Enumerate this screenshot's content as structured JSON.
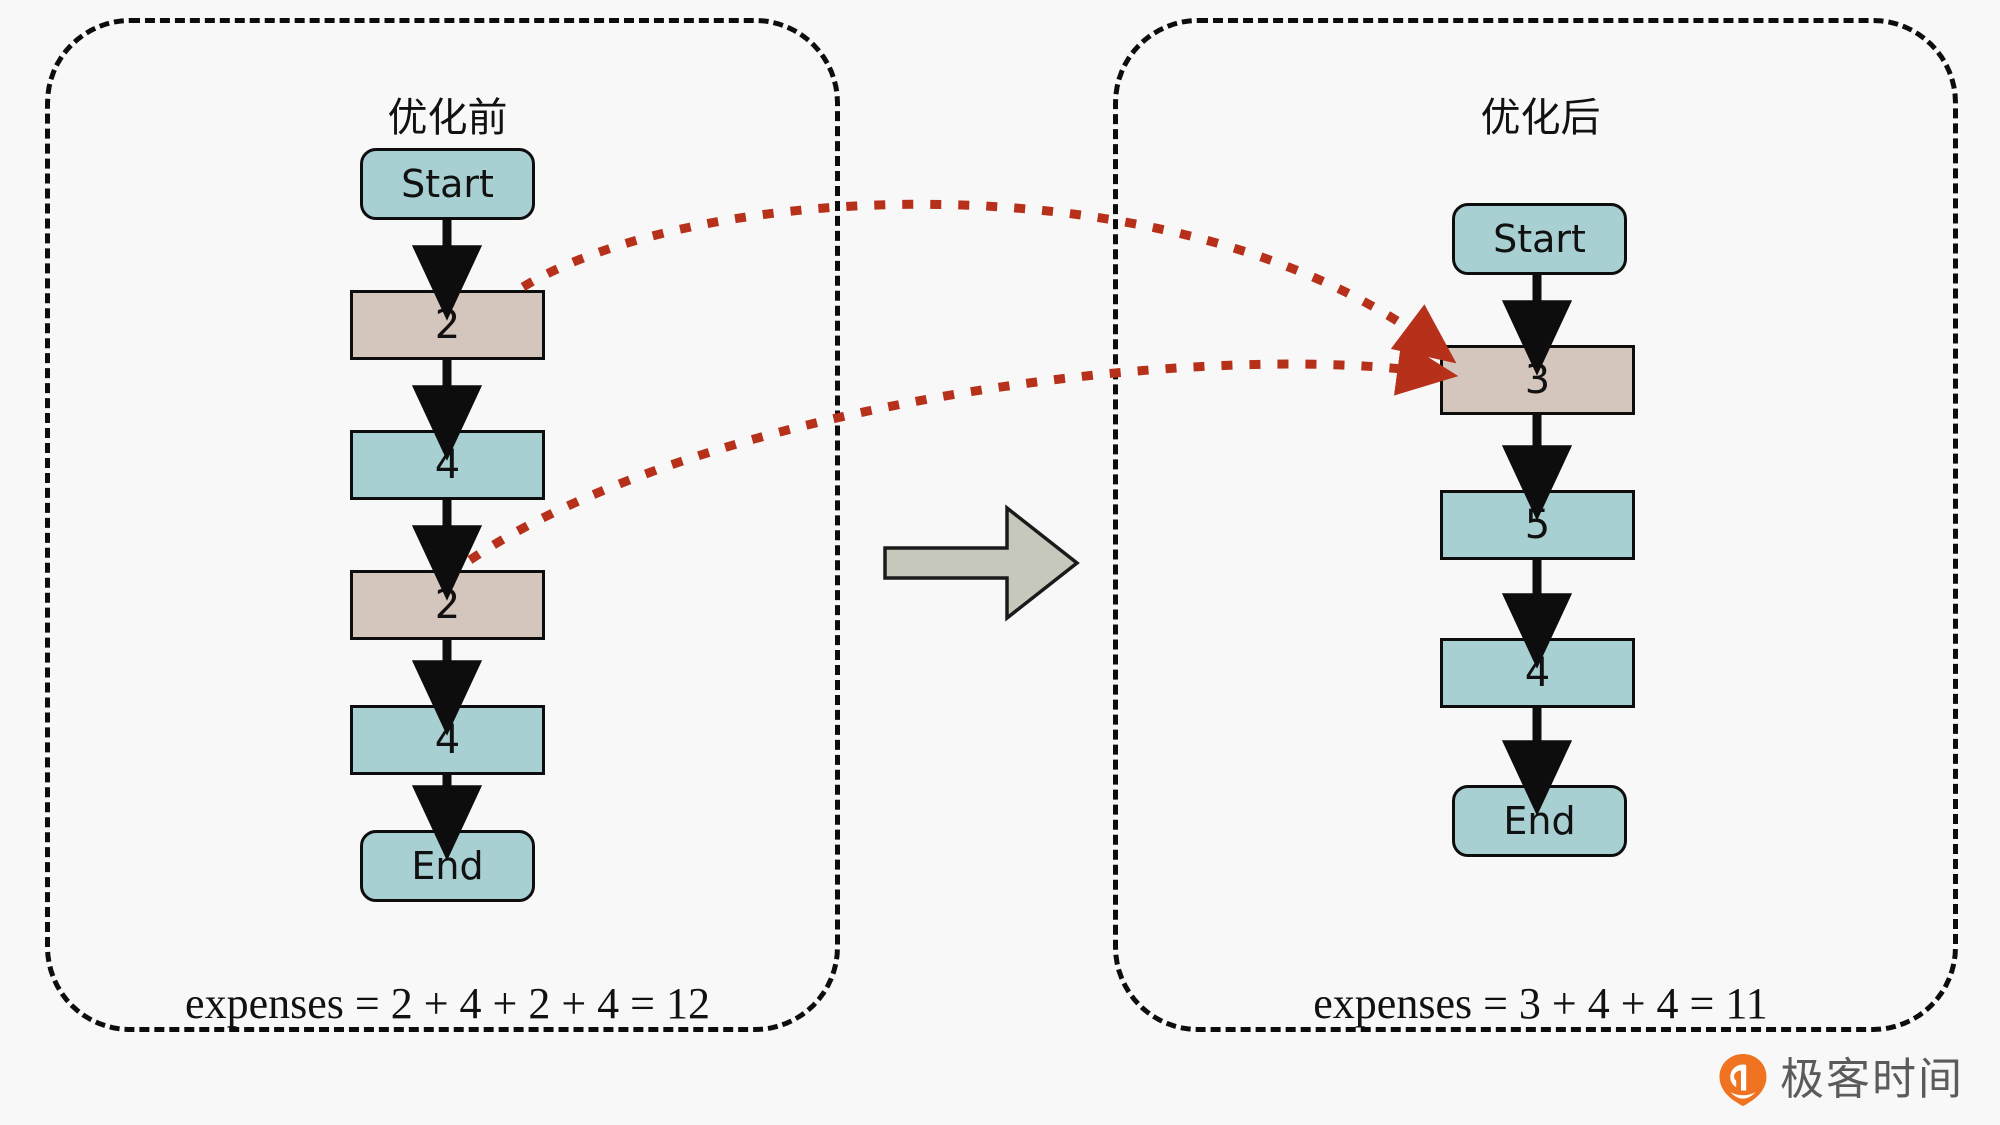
{
  "diagram": {
    "type": "flowchart-comparison",
    "background_color": "#f7f8f7",
    "colors": {
      "teal_node": "#a8cfd2",
      "tan_node": "#d4c6bd",
      "node_border": "#0d0d0d",
      "panel_border": "#0d0d0d",
      "annotation_arrow": "#b7301a",
      "transform_arrow_fill": "#c7c8bc",
      "watermark_accent": "#ef7321"
    }
  },
  "panels": [
    {
      "id": "before",
      "title": "优化前",
      "expenses_label": "expenses = 2 + 4 + 2 + 4 = 12",
      "expense_terms": [
        2,
        4,
        2,
        4
      ],
      "expense_total": 12,
      "nodes": [
        {
          "label": "Start",
          "shape": "terminal",
          "color": "teal"
        },
        {
          "label": "2",
          "shape": "rect",
          "color": "tan"
        },
        {
          "label": "4",
          "shape": "rect",
          "color": "teal"
        },
        {
          "label": "2",
          "shape": "rect",
          "color": "tan"
        },
        {
          "label": "4",
          "shape": "rect",
          "color": "teal"
        },
        {
          "label": "End",
          "shape": "terminal",
          "color": "teal"
        }
      ]
    },
    {
      "id": "after",
      "title": "优化后",
      "expenses_label": "expenses = 3 + 4 + 4 = 11",
      "expense_terms": [
        3,
        4,
        4
      ],
      "expense_total": 11,
      "nodes": [
        {
          "label": "Start",
          "shape": "terminal",
          "color": "teal"
        },
        {
          "label": "3",
          "shape": "rect",
          "color": "tan"
        },
        {
          "label": "5",
          "shape": "rect",
          "color": "teal"
        },
        {
          "label": "4",
          "shape": "rect",
          "color": "teal"
        },
        {
          "label": "End",
          "shape": "terminal",
          "color": "teal"
        }
      ]
    }
  ],
  "annotations": {
    "merge_arrows_count": 2,
    "merge_source_labels": [
      "2",
      "2"
    ],
    "merge_target_label": "3"
  },
  "watermark": {
    "text": "极客时间"
  }
}
